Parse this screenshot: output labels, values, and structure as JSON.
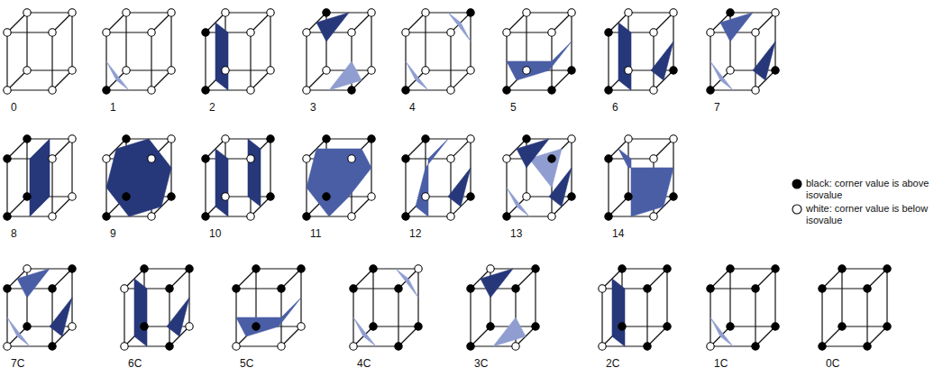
{
  "diagram": {
    "labels": [
      "0",
      "1",
      "2",
      "3",
      "4",
      "5",
      "6",
      "7",
      "8",
      "9",
      "10",
      "11",
      "12",
      "13",
      "14",
      "7C",
      "6C",
      "5C",
      "4C",
      "3C",
      "2C",
      "1C",
      "0C"
    ],
    "legend": [
      {
        "text": "black: corner value is above isovalue"
      },
      {
        "text": "white: corner value is below isovalue"
      }
    ]
  }
}
